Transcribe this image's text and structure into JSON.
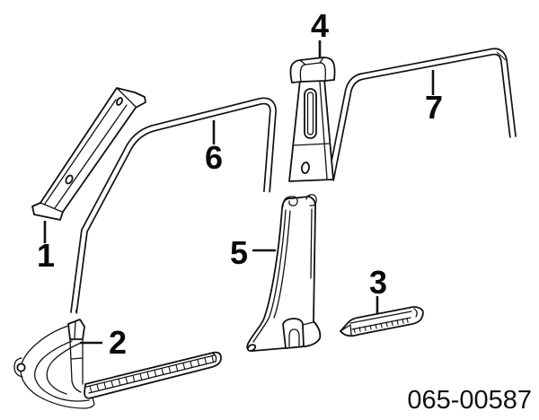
{
  "diagram": {
    "figure_code": "065-00587",
    "background_color": "#ffffff",
    "line_color": "#111111",
    "callouts": [
      {
        "label": "1"
      },
      {
        "label": "2"
      },
      {
        "label": "3"
      },
      {
        "label": "4"
      },
      {
        "label": "5"
      },
      {
        "label": "6"
      },
      {
        "label": "7"
      }
    ]
  }
}
